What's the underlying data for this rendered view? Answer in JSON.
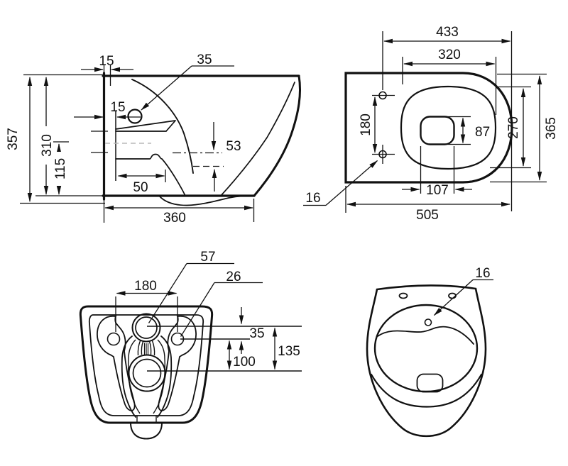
{
  "drawing": {
    "kind": "wall-hung toilet dimension drawing",
    "views": {
      "side_view": {
        "dim_wall_gap": "15",
        "dim_inlet_inset": "15",
        "dim_inlet_dia": "35",
        "dim_water_seal": "53",
        "dim_shelf": "50",
        "dim_depth": "360",
        "dim_total_height": "357",
        "dim_body_height": "310",
        "dim_outlet_height": "115"
      },
      "top_view": {
        "dim_front_to_holes": "433",
        "dim_rim_length": "320",
        "dim_hole_spacing": "180",
        "dim_drain_height": "87",
        "dim_rim_width": "270",
        "dim_body_width": "365",
        "dim_drain_offset": "107",
        "dim_total_length": "505",
        "dim_hole_dia": "16"
      },
      "back_view": {
        "dim_inlet_boss_dia": "57",
        "dim_side_hole_dia": "26",
        "dim_hole_spacing": "180",
        "dim_inlet_drop": "35",
        "dim_hole_to_drain": "100",
        "dim_total_drop": "135"
      },
      "front_view": {
        "dim_hole_dia": "16"
      }
    }
  }
}
